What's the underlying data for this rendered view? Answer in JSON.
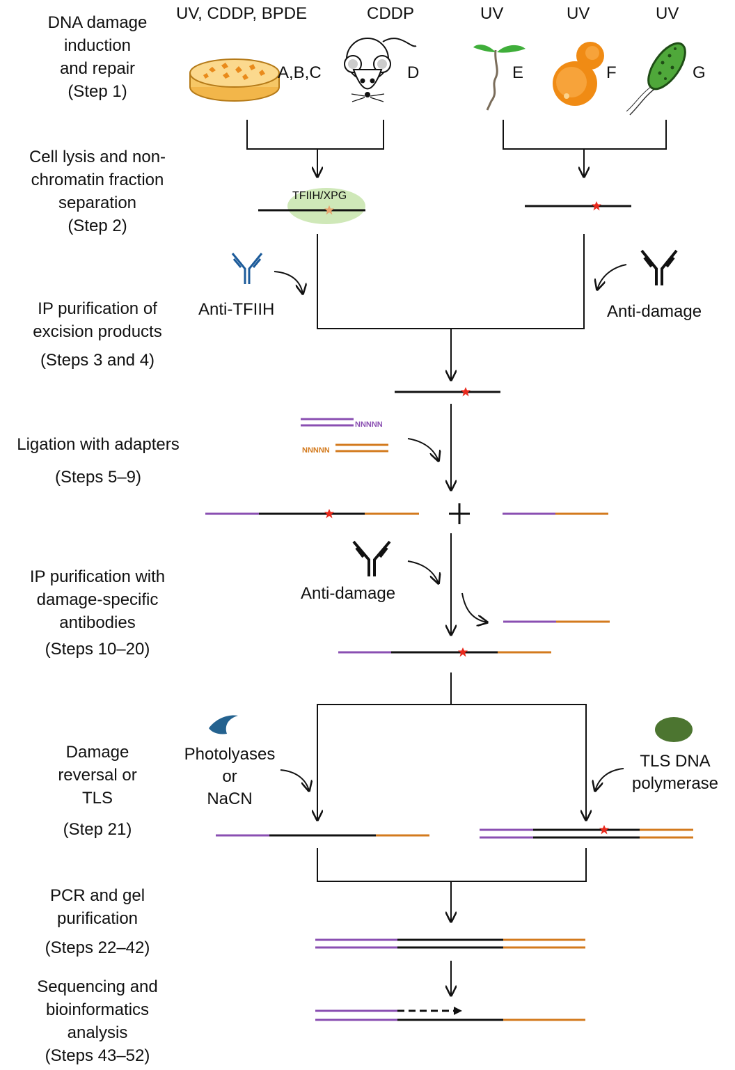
{
  "steps": {
    "s1": {
      "l1": "DNA damage",
      "l2": "induction",
      "l3": "and repair",
      "l4": "(Step 1)"
    },
    "s2": {
      "l1": "Cell lysis and non-",
      "l2": "chromatin fraction",
      "l3": "separation",
      "l4": "(Step 2)"
    },
    "s3": {
      "l1": "IP purification of",
      "l2": "excision products",
      "l3": "(Steps 3 and 4)"
    },
    "s4": {
      "l1": "Ligation with adapters",
      "l2": "(Steps 5–9)"
    },
    "s5": {
      "l1": "IP purification with",
      "l2": "damage-specific",
      "l3": "antibodies",
      "l4": "(Steps 10–20)"
    },
    "s6": {
      "l1": "Damage",
      "l2": "reversal or",
      "l3": "TLS",
      "l4": "(Step 21)"
    },
    "s7": {
      "l1": "PCR and gel",
      "l2": "purification",
      "l3": "(Steps 22–42)"
    },
    "s8": {
      "l1": "Sequencing and",
      "l2": "bioinformatics",
      "l3": "analysis",
      "l4": "(Steps 43–52)"
    }
  },
  "organisms": [
    {
      "agent": "UV, CDDP, BPDE",
      "letter": "A,B,C",
      "icon": "petri-dish"
    },
    {
      "agent": "CDDP",
      "letter": "D",
      "icon": "mouse"
    },
    {
      "agent": "UV",
      "letter": "E",
      "icon": "plant-seedling"
    },
    {
      "agent": "UV",
      "letter": "F",
      "icon": "yeast-cell"
    },
    {
      "agent": "UV",
      "letter": "G",
      "icon": "bacterium"
    }
  ],
  "labels": {
    "tfiih_xpg": "TFIIH/XPG",
    "anti_tfiih": "Anti-TFIIH",
    "anti_damage_1": "Anti-damage",
    "anti_damage_2": "Anti-damage",
    "adapter_n_top": "NNNNN",
    "adapter_n_bottom": "NNNNN",
    "photolyases_1": "Photolyases",
    "photolyases_2": "or",
    "photolyases_3": "NaCN",
    "tls_1": "TLS DNA",
    "tls_2": "polymerase",
    "plus": "+"
  },
  "colors": {
    "dna": "#111111",
    "adapter_purple": "#8a4fb2",
    "adapter_orange": "#d37a1d",
    "damage_red": "#e8291c",
    "tfiih_fill": "#cfe8b8",
    "antibody_blue": "#1c5b9a",
    "photolyase_blue": "#24628f",
    "polymerase_green": "#4c7530"
  }
}
